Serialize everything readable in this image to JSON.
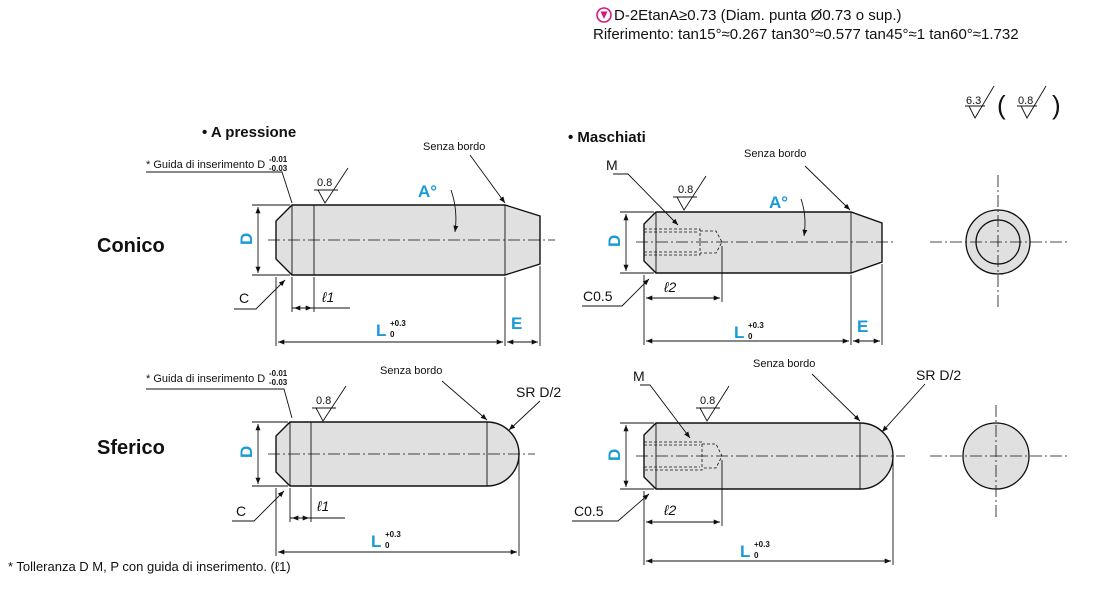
{
  "header": {
    "line1": "D-2EtanA≥0.73 (Diam. punta Ø0.73 o sup.)",
    "line2": "Riferimento: tan15°≈0.267  tan30°≈0.577  tan45°≈1  tan60°≈1.732",
    "warning_icon": "warning-icon",
    "accent_color": "#d6187a"
  },
  "roughness": {
    "left": "6.3",
    "right": "0.8",
    "paren_open": "(",
    "paren_close": ")"
  },
  "sections": {
    "press_fit": "• A pressione",
    "tapped": "• Maschiati"
  },
  "rows": {
    "conical": "Conico",
    "spherical": "Sferico"
  },
  "labels": {
    "guide": "* Guida di inserimento D",
    "tol_upper": "-0.01",
    "tol_lower": "-0.03",
    "no_edge": "Senza bordo",
    "roughness_08": "0.8",
    "angle": "A°",
    "D": "D",
    "L": "L",
    "L_tol_upper": "+0.3",
    "L_tol_lower": "0",
    "E": "E",
    "C": "C",
    "C05": "C0.5",
    "M": "M",
    "l1": "ℓ1",
    "l2": "ℓ2",
    "SR": "SR D/2"
  },
  "footnote": "* Tolleranza D M, P con guida di inserimento. (ℓ1)"
}
